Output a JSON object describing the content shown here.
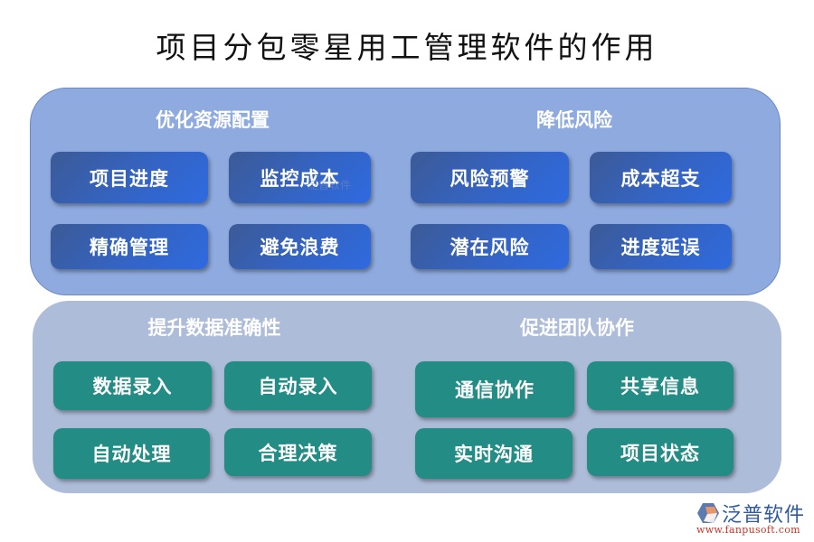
{
  "title": "项目分包零星用工管理软件的作用",
  "colors": {
    "top_panel_bg": "#8eaadf",
    "bottom_panel_bg": "#adbcd8",
    "blue_button": "#3464c4",
    "teal_button": "#228c85",
    "text_white": "#ffffff"
  },
  "sections": [
    {
      "title": "优化资源配置",
      "items": [
        "项目进度",
        "监控成本",
        "精确管理",
        "避免浪费"
      ]
    },
    {
      "title": "降低风险",
      "items": [
        "风险预警",
        "成本超支",
        "潜在风险",
        "进度延误"
      ]
    },
    {
      "title": "提升数据准确性",
      "items": [
        "数据录入",
        "自动录入",
        "自动处理",
        "合理决策"
      ]
    },
    {
      "title": "促进团队协作",
      "items": [
        "通信协作",
        "共享信息",
        "实时沟通",
        "项目状态"
      ]
    }
  ],
  "watermark": "泛普软件",
  "logo": {
    "icon": "fanpu-logo-icon",
    "name": "泛普软件",
    "url": "www.fanpusoft.com"
  }
}
